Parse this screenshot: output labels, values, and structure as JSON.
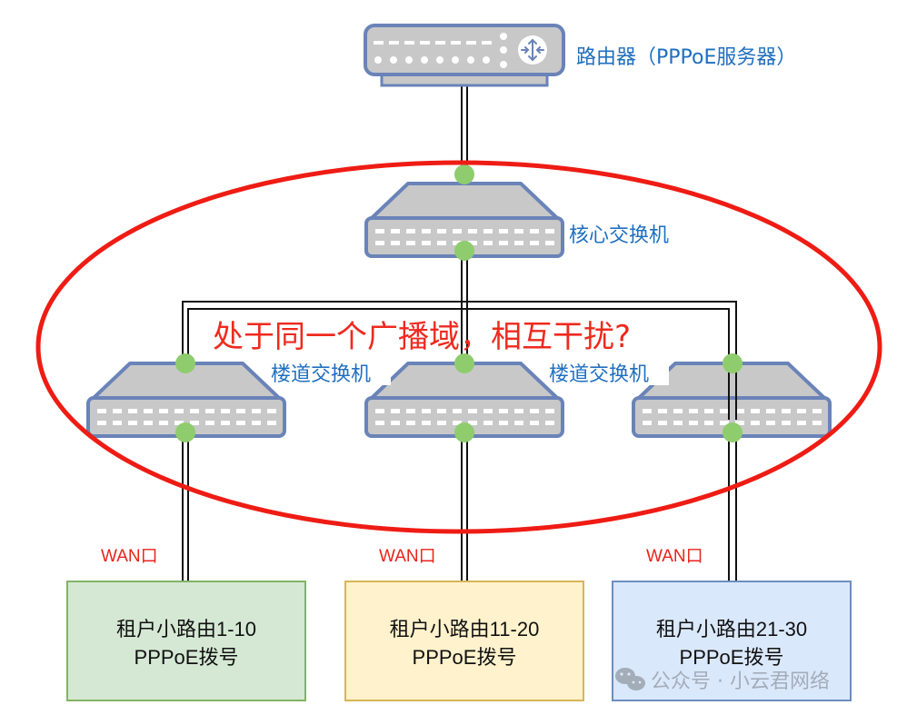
{
  "router": {
    "label": "路由器（PPPoE服务器）",
    "icon": "router-icon"
  },
  "core_switch": {
    "label": "核心交换机",
    "icon": "switch-icon"
  },
  "floor_switches": [
    {
      "label": "楼道交换机",
      "icon": "switch-icon"
    },
    {
      "label": "",
      "icon": "switch-icon"
    },
    {
      "label": "楼道交换机",
      "icon": "switch-icon"
    }
  ],
  "annotation": {
    "text": "处于同一个广播域，相互干扰?",
    "color": "#ee2a1e"
  },
  "wan_labels": [
    "WAN口",
    "WAN口",
    "WAN口"
  ],
  "tenant_boxes": [
    {
      "line1": "租户小路由1-10",
      "line2": "PPPoE拨号",
      "fill": "#d5e8d4",
      "stroke": "#82b366"
    },
    {
      "line1": "租户小路由11-20",
      "line2": "PPPoE拨号",
      "fill": "#fff2cc",
      "stroke": "#d6b656"
    },
    {
      "line1": "租户小路由21-30",
      "line2": "PPPoE拨号",
      "fill": "#dae8fc",
      "stroke": "#6c8ebf"
    }
  ],
  "watermark": {
    "text": "公众号 · 小云君网络",
    "icon": "wechat-icon"
  },
  "colors": {
    "device_fill": "#c8c8c8",
    "device_stroke": "#6a83b8",
    "port_dot": "#8fcc6e",
    "ellipse": "#ee1c14",
    "label_blue": "#1f6fc0"
  }
}
